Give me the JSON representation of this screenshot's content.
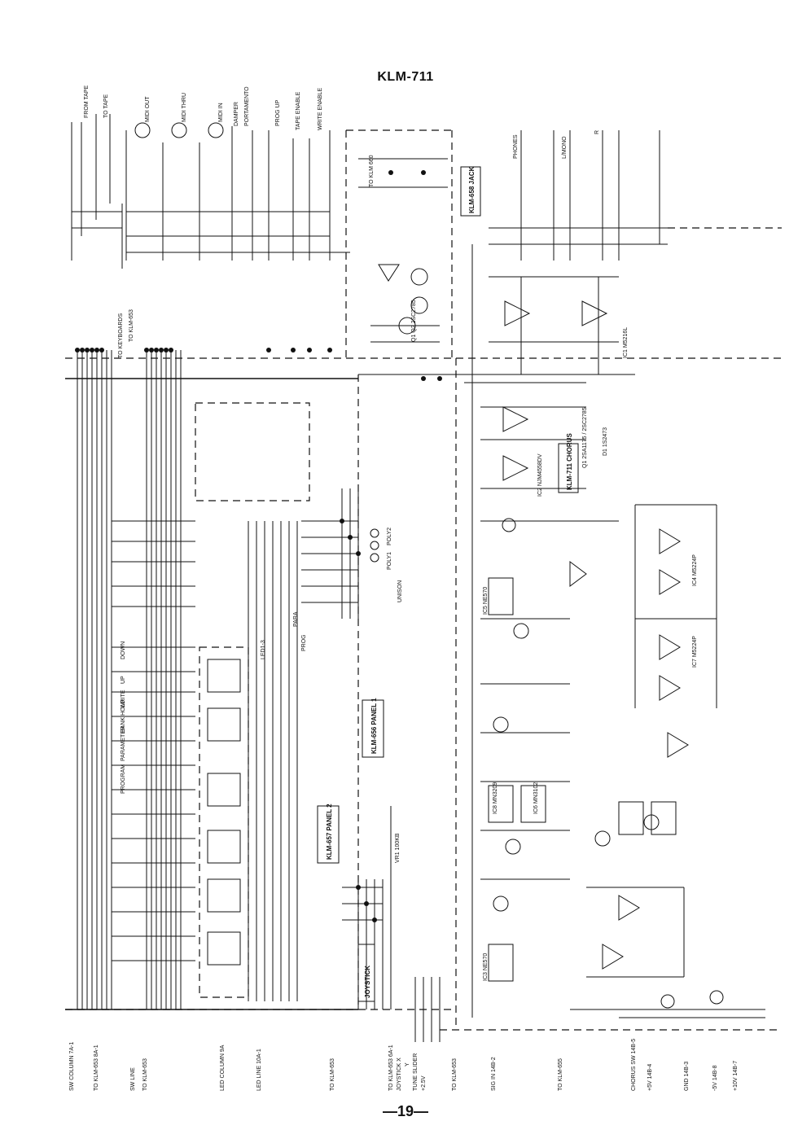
{
  "page": {
    "title": "KLM-711",
    "page_number": "—19—"
  },
  "blocks": {
    "jack": "KLM-658 JACK",
    "chorus": "KLM-711 CHORUS",
    "panel1": "KLM-656 PANEL 1",
    "panel2": "KLM-657 PANEL 2",
    "joystick": "JOYSTICK"
  },
  "connectors_top": {
    "from_tape": "FROM TAPE",
    "to_tape": "TO TAPE",
    "midi_out": "MIDI OUT",
    "midi_thru": "MIDI THRU",
    "midi_in": "MIDI IN",
    "damper": "DAMPER",
    "portamento": "PORTAMENTO",
    "prog_up": "PROG UP",
    "tape_enable": "TAPE ENABLE",
    "write_enable": "WRITE ENABLE",
    "phones": "PHONES",
    "l_mono": "L/MONO",
    "r": "R",
    "to_keyboards": "TO KEYBOARDS",
    "to_klm_660": "TO KLM 660",
    "to_klm_653": "TO KLM-653"
  },
  "bus_left": [
    "SW COLUMN 7A-1",
    "TO KLM-653 8A-1",
    "SW LINE",
    "TO KLM-653",
    "LED COLUMN 9A",
    "LED LINE 10A-1",
    "TO KLM-653",
    "TO KLM-653 6A-1",
    "JOYSTICK X",
    "Y",
    "TUNE SLIDER",
    "+2.5V",
    "TO KLM-653",
    "SIG IN 14B-2",
    "TO KLM-655"
  ],
  "bus_right": [
    "CHORUS SW 14B-5",
    "+5V 14B-4",
    "GND 14B-3",
    "-5V 14B-8",
    "+10V 14B-7"
  ],
  "switches": [
    "DOWN",
    "UP",
    "WRITE",
    "BANK HOLD",
    "PARAMETER",
    "PROGRAM",
    "PROG",
    "PARA",
    "UNISON",
    "POLY1",
    "POLY2"
  ],
  "ics": [
    "IC1 M5216L",
    "IC2 NJM4558DV",
    "IC3 NE570",
    "IC4 M5224P",
    "IC5 NE570",
    "IC6 MN3102",
    "IC7 M5224P",
    "IC8 MN3209"
  ],
  "notes": {
    "transistors": "Q1 Q2 2SC2785",
    "chorus_q": "Q1 2SA1175 / 2SC2785",
    "diode": "D1 1S2473",
    "vr1": "VR1 100KB",
    "panel_led": "LED1-3"
  }
}
